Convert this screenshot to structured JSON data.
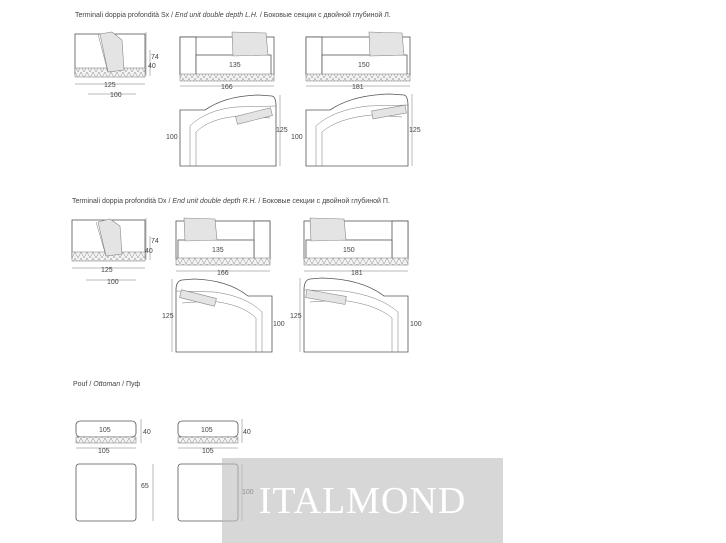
{
  "sections": {
    "lh": {
      "it": "Terminali doppia profondità Sx /",
      "en": "End unit double depth L.H.",
      "ru": "/ Боковые секции с двойной глубиной Л."
    },
    "rh": {
      "it": "Terminali doppia profondità Dx /",
      "en": "End unit double depth R.H.",
      "ru": "/ Боковые секции с двойной глубиной П."
    },
    "pouf": {
      "it": "Pouf /",
      "en": "Ottoman",
      "ru": "/ Пуф"
    }
  },
  "dims": {
    "lh_side_w1": "125",
    "lh_side_w2": "100",
    "lh_side_h1": "74",
    "lh_side_h2": "40",
    "lh_a_seat": "135",
    "lh_a_w": "166",
    "lh_a_d1": "100",
    "lh_a_d2": "125",
    "lh_b_seat": "150",
    "lh_b_w": "181",
    "lh_b_d1": "100",
    "lh_b_d2": "125",
    "rh_side_w1": "125",
    "rh_side_w2": "100",
    "rh_side_h1": "74",
    "rh_side_h2": "40",
    "rh_a_seat": "135",
    "rh_a_w": "166",
    "rh_a_d1": "125",
    "rh_a_d2": "100",
    "rh_b_seat": "150",
    "rh_b_w": "181",
    "rh_b_d1": "125",
    "rh_b_d2": "100",
    "p1_seat": "105",
    "p1_w": "105",
    "p1_h": "40",
    "p1_d": "65",
    "p2_seat": "105",
    "p2_w": "105",
    "p2_h": "40",
    "p2_d": "100"
  },
  "watermark": "ITALMOND"
}
